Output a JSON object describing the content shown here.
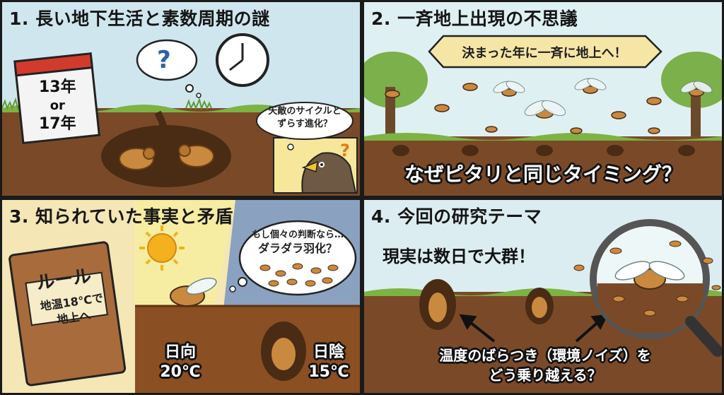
{
  "panels": [
    {
      "title": "1. 長い地下生活と素数周期の謎",
      "calendar_line1": "13年",
      "calendar_line2": "or",
      "calendar_line3": "17年",
      "thought_symbol": "?",
      "bird_thought_line1": "天敵のサイクルと",
      "bird_thought_line2": "ずらす進化？",
      "bird_question": "?"
    },
    {
      "title": "2. 一斉地上出現の不思議",
      "banner": "決まった年に一斉に地上へ！",
      "caption": "なぜピタリと同じタイミング？"
    },
    {
      "title": "3. 知られていた事実と矛盾",
      "book_title": "ルール",
      "book_line1": "地温18℃で",
      "book_line2": "地上へ",
      "thought_line1": "もし個々の判断なら…",
      "thought_line2": "ダラダラ羽化？",
      "sun_label": "日向",
      "sun_temp": "20℃",
      "shade_label": "日陰",
      "shade_temp": "15℃"
    },
    {
      "title": "4. 今回の研究テーマ",
      "headline": "現実は数日で大群！",
      "question_line1": "温度のばらつき（環境ノイズ）を",
      "question_line2": "どう乗り越える？"
    }
  ],
  "colors": {
    "sky": "#cfe6ee",
    "soil": "#7a4a28",
    "grass": "#7cb342",
    "cicada": "#c9893f"
  }
}
